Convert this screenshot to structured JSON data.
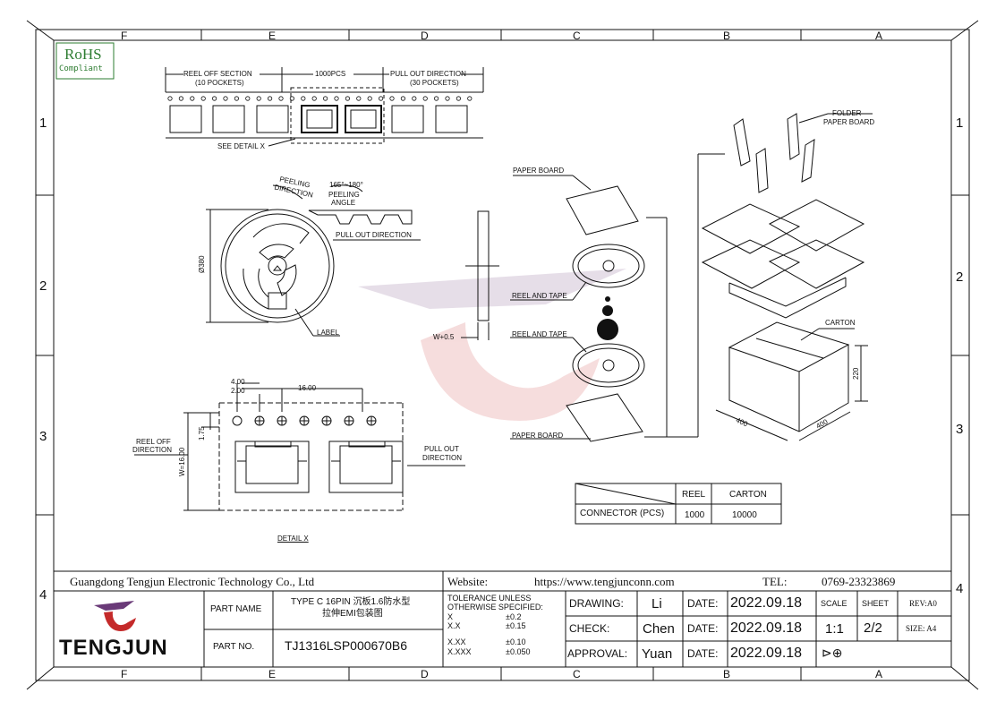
{
  "frame": {
    "col_labels": [
      "F",
      "E",
      "D",
      "C",
      "B",
      "A"
    ],
    "row_labels": [
      "1",
      "2",
      "3",
      "4"
    ]
  },
  "rohs": {
    "title": "RoHS",
    "subtitle": "Compliant"
  },
  "tape": {
    "reel_off_section": "REEL OFF SECTION",
    "reel_off_pockets": "(10 POCKETS)",
    "count": "1000PCS",
    "pull_out_direction": "PULL OUT DIRECTION",
    "pull_out_pockets": "(30 POCKETS)",
    "see_detail": "SEE DETAIL X"
  },
  "reel": {
    "peeling_direction_1": "PEELING",
    "peeling_direction_2": "DIRECTION",
    "angle_range": "165°~180°",
    "peeling_angle_1": "PEELING",
    "peeling_angle_2": "ANGLE",
    "pull_out": "PULL OUT DIRECTION",
    "diameter": "Ø380",
    "label": "LABEL",
    "width": "W+0.5"
  },
  "detail": {
    "dim_4": "4.00",
    "dim_2": "2.00",
    "dim_16": "16.00",
    "dim_175": "1.75",
    "dim_w": "W=16.00",
    "reel_off_1": "REEL OFF",
    "reel_off_2": "DIRECTION",
    "pull_out_1": "PULL OUT",
    "pull_out_2": "DIRECTION",
    "title": "DETAIL X"
  },
  "packing": {
    "paper_board_top": "PAPER BOARD",
    "reel_tape_1": "REEL AND TAPE",
    "reel_tape_2": "REEL AND TAPE",
    "paper_board_bottom": "PAPER BOARD",
    "folder_1": "FOLDER",
    "folder_2": "PAPER BOARD",
    "carton": "CARTON",
    "dim_220": "220",
    "dim_400a": "400",
    "dim_400b": "400"
  },
  "qty_table": {
    "headers": [
      "REEL",
      "CARTON"
    ],
    "row_label": "CONNECTOR (PCS)",
    "values": [
      "1000",
      "10000"
    ]
  },
  "title_block": {
    "company": "Guangdong Tengjun Electronic Technology Co., Ltd",
    "website_label": "Website:",
    "website": "https://www.tengjunconn.com",
    "tel_label": "TEL:",
    "tel": "0769-23323869",
    "logo_text": "TENGJUN",
    "part_name_label": "PART NAME",
    "part_name_1": "TYPE C 16PIN 沉板1.6防水型",
    "part_name_2": "拉伸EMI包装图",
    "part_no_label": "PART NO.",
    "part_no": "TJ1316LSP000670B6",
    "tol_1": "TOLERANCE UNLESS",
    "tol_2": "OTHERWISE SPECIFIED:",
    "tol_rows": [
      [
        "X",
        "±0.2"
      ],
      [
        "X.X",
        "±0.15"
      ],
      [
        "X.XX",
        "±0.10"
      ],
      [
        "X.XXX",
        "±0.050"
      ]
    ],
    "drawing_label": "DRAWING:",
    "drawing": "Li",
    "check_label": "CHECK:",
    "check": "Chen",
    "approval_label": "APPROVAL:",
    "approval": "Yuan",
    "date_label": "DATE:",
    "date": "2022.09.18",
    "scale_label": "SCALE",
    "scale": "1:1",
    "sheet_label": "SHEET",
    "sheet": "2/2",
    "rev": "REV:A0",
    "size": "SIZE: A4",
    "projection_symbol": "⊳⊕"
  },
  "colors": {
    "line": "#111111",
    "watermark_red": "#c42a2a",
    "watermark_purple": "#6a3a78",
    "rohs_green": "#2e7d32"
  }
}
